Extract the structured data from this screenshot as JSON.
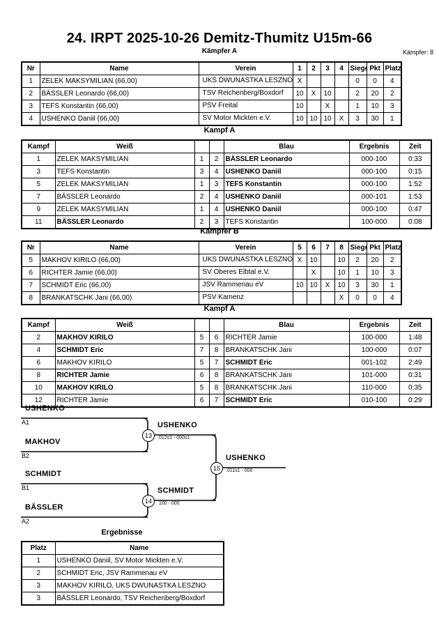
{
  "header": {
    "title": "24. IRPT  2025-10-26  Demitz-Thumitz   U15m-66",
    "subtitle": "Kämpfer A",
    "fighters_count": "Kämpfer: 8"
  },
  "sections": {
    "pool_a_caption": "Kämpfer A",
    "pool_b_caption": "Kämpfer B",
    "kampf_a_caption": "Kampf A",
    "kampf_b_caption": "Kampf A",
    "results_caption": "Ergebnisse"
  },
  "pool_a": {
    "headers": [
      "Nr",
      "Name",
      "Verein",
      "1",
      "2",
      "3",
      "4",
      "Siege",
      "Pkt",
      "Platz"
    ],
    "rows": [
      {
        "nr": "1",
        "name": "ZELEK MAKSYMILIAN  (66,00)",
        "verein": "UKS DWUNASTKA LESZNO",
        "m": [
          "X",
          "",
          "",
          ""
        ],
        "siege": "0",
        "pkt": "0",
        "platz": "4"
      },
      {
        "nr": "2",
        "name": "BÄSSLER Leonardo  (66,00)",
        "verein": "TSV Reichenberg/Boxdorf",
        "m": [
          "10",
          "X",
          "10",
          ""
        ],
        "siege": "2",
        "pkt": "20",
        "platz": "2"
      },
      {
        "nr": "3",
        "name": "TEFS Konstantin  (66,00)",
        "verein": "PSV Freital",
        "m": [
          "10",
          "",
          "X",
          ""
        ],
        "siege": "1",
        "pkt": "10",
        "platz": "3"
      },
      {
        "nr": "4",
        "name": "USHENKO Daniil  (66,00)",
        "verein": "SV Motor Mickten e.V.",
        "m": [
          "10",
          "10",
          "10",
          "X"
        ],
        "siege": "3",
        "pkt": "30",
        "platz": "1"
      }
    ]
  },
  "pool_b": {
    "headers": [
      "Nr",
      "Name",
      "Verein",
      "5",
      "6",
      "7",
      "8",
      "Siege",
      "Pkt",
      "Platz"
    ],
    "rows": [
      {
        "nr": "5",
        "name": "MAKHOV KIRILO  (66,00)",
        "verein": "UKS DWUNASTKA LESZNO",
        "m": [
          "X",
          "10",
          "",
          "10"
        ],
        "siege": "2",
        "pkt": "20",
        "platz": "2"
      },
      {
        "nr": "6",
        "name": "RICHTER Jamie  (66,00)",
        "verein": "SV Oberes Elbtal e.V.",
        "m": [
          "",
          "X",
          "",
          "10"
        ],
        "siege": "1",
        "pkt": "10",
        "platz": "3"
      },
      {
        "nr": "7",
        "name": "SCHMIDT  Eric  (66,00)",
        "verein": "JSV Rammenau eV",
        "m": [
          "10",
          "10",
          "X",
          "10"
        ],
        "siege": "3",
        "pkt": "30",
        "platz": "1"
      },
      {
        "nr": "8",
        "name": "BRANKATSCHK Jani  (66,00)",
        "verein": "PSV Kamenz",
        "m": [
          "",
          "",
          "",
          "X"
        ],
        "siege": "0",
        "pkt": "0",
        "platz": "4"
      }
    ]
  },
  "kampf_a": {
    "headers": [
      "Kampf",
      "Weiß",
      "",
      "",
      "Blau",
      "Ergebnis",
      "Zeit"
    ],
    "rows": [
      {
        "kampf": "1",
        "weiss": "ZELEK MAKSYMILIAN",
        "weiss_bold": false,
        "n1": "1",
        "n2": "2",
        "blau": "BÄSSLER Leonardo",
        "blau_bold": true,
        "ergebnis": "000-100",
        "zeit": "0:33"
      },
      {
        "kampf": "3",
        "weiss": "TEFS Konstantin",
        "weiss_bold": false,
        "n1": "3",
        "n2": "4",
        "blau": "USHENKO Daniil",
        "blau_bold": true,
        "ergebnis": "000-100",
        "zeit": "0:15"
      },
      {
        "kampf": "5",
        "weiss": "ZELEK MAKSYMILIAN",
        "weiss_bold": false,
        "n1": "1",
        "n2": "3",
        "blau": "TEFS Konstantin",
        "blau_bold": true,
        "ergebnis": "000-100",
        "zeit": "1:52"
      },
      {
        "kampf": "7",
        "weiss": "BÄSSLER Leonardo",
        "weiss_bold": false,
        "n1": "2",
        "n2": "4",
        "blau": "USHENKO Daniil",
        "blau_bold": true,
        "ergebnis": "000-101",
        "zeit": "1:53"
      },
      {
        "kampf": "9",
        "weiss": "ZELEK MAKSYMILIAN",
        "weiss_bold": false,
        "n1": "1",
        "n2": "4",
        "blau": "USHENKO Daniil",
        "blau_bold": true,
        "ergebnis": "000-100",
        "zeit": "0:47"
      },
      {
        "kampf": "11",
        "weiss": "BÄSSLER Leonardo",
        "weiss_bold": true,
        "n1": "2",
        "n2": "3",
        "blau": "TEFS Konstantin",
        "blau_bold": false,
        "ergebnis": "100-000",
        "zeit": "0:08"
      }
    ]
  },
  "kampf_b": {
    "headers": [
      "Kampf",
      "Weiß",
      "",
      "",
      "Blau",
      "Ergebnis",
      "Zeit"
    ],
    "rows": [
      {
        "kampf": "2",
        "weiss": "MAKHOV KIRILO",
        "weiss_bold": true,
        "n1": "5",
        "n2": "6",
        "blau": "RICHTER Jamie",
        "blau_bold": false,
        "ergebnis": "100-000",
        "zeit": "1:48"
      },
      {
        "kampf": "4",
        "weiss": "SCHMIDT  Eric",
        "weiss_bold": true,
        "n1": "7",
        "n2": "8",
        "blau": "BRANKATSCHK Jani",
        "blau_bold": false,
        "ergebnis": "100-000",
        "zeit": "0:07"
      },
      {
        "kampf": "6",
        "weiss": "MAKHOV KIRILO",
        "weiss_bold": false,
        "n1": "5",
        "n2": "7",
        "blau": "SCHMIDT  Eric",
        "blau_bold": true,
        "ergebnis": "001-102",
        "zeit": "2:49"
      },
      {
        "kampf": "8",
        "weiss": "RICHTER Jamie",
        "weiss_bold": true,
        "n1": "6",
        "n2": "8",
        "blau": "BRANKATSCHK Jani",
        "blau_bold": false,
        "ergebnis": "101-000",
        "zeit": "0:31"
      },
      {
        "kampf": "10",
        "weiss": "MAKHOV KIRILO",
        "weiss_bold": true,
        "n1": "5",
        "n2": "8",
        "blau": "BRANKATSCHK Jani",
        "blau_bold": false,
        "ergebnis": "110-000",
        "zeit": "0:35"
      },
      {
        "kampf": "12",
        "weiss": "RICHTER Jamie",
        "weiss_bold": false,
        "n1": "6",
        "n2": "7",
        "blau": "SCHMIDT  Eric",
        "blau_bold": true,
        "ergebnis": "010-100",
        "zeit": "0:29"
      }
    ]
  },
  "bracket": {
    "entries": [
      {
        "name": "USHENKO",
        "seed": "A1"
      },
      {
        "name": "MAKHOV",
        "seed": "B2"
      },
      {
        "name": "SCHMIDT",
        "seed": "B1"
      },
      {
        "name": "BÄSSLER",
        "seed": "A2"
      }
    ],
    "semi1": {
      "number": "13",
      "winner": "USHENKO",
      "score": "012s1 - 000s1"
    },
    "semi2": {
      "number": "14",
      "winner": "SCHMIDT",
      "score": "100 - 000"
    },
    "final": {
      "number": "15",
      "winner": "USHENKO",
      "score": "011s1 - 000"
    }
  },
  "results": {
    "headers": [
      "Platz",
      "Name"
    ],
    "rows": [
      {
        "platz": "1",
        "name": "USHENKO Daniil, SV Motor Mickten e.V."
      },
      {
        "platz": "2",
        "name": "SCHMIDT  Eric, JSV Rammenau eV"
      },
      {
        "platz": "3",
        "name": "MAKHOV KIRILO, UKS DWUNASTKA LESZNO"
      },
      {
        "platz": "3",
        "name": "BÄSSLER Leonardo, TSV Reichenberg/Boxdorf"
      }
    ]
  }
}
